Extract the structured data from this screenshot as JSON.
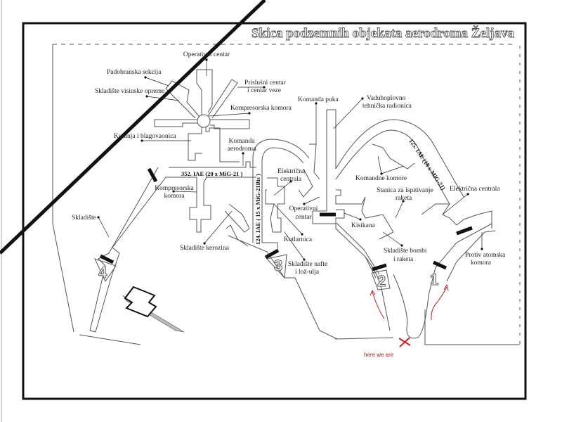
{
  "title": "Skica podzemnih objekata aerodroma Željava",
  "labels": {
    "operativni_centar_top": "Operativni centar",
    "padobranska": "Padobranska  sekcija",
    "visinske": "Skladište visinske opreme",
    "prislusni_1": "Prisluśni centar",
    "prislusni_2": "i centar veze",
    "kompresorska_top": "Kompresorska komora",
    "kuhinja": "Kuhinja i blagovaonica",
    "komanda_aerodroma_1": "Komanda",
    "komanda_aerodroma_2": "aerodroma",
    "kompresorska_low_1": "Kompresorska",
    "kompresorska_low_2": "komora",
    "skladiste": "Skladište",
    "kerozina": "Skladište kerozina",
    "elektricna_1": "Električna",
    "elektricna_2": "centrala",
    "operativni_low_1": "Operativni",
    "operativni_low_2": "centar",
    "kotlarnica": "Kotlarnica",
    "nafte_1": "Skladište nafte",
    "nafte_2": "i lož-ulja",
    "komanda_puka": "Komanda puka",
    "vaduhoplovno_1": "Vaduhoplovno",
    "vaduhoplovno_2": "tehnička radionica",
    "komandne_komore": "Komandne komore",
    "stanica_1": "Stanica za ispitivanje",
    "stanica_2": "raketa",
    "kisikana": "Kisikana",
    "bombi_1": "Skladište bombi",
    "bombi_2": "i raketa",
    "elektricna_right": "Električna centrala",
    "protiv_1": "Protiv atomska",
    "protiv_2": "komora"
  },
  "units": {
    "iae352": "352. IAE (20 x MiG-21 )",
    "iae124": "124. IAE ( 15 x MiG-21Bis )",
    "iae125": "125. IAE (18 x MiG-21)"
  },
  "entrances": [
    "4",
    "3",
    "2",
    "1"
  ],
  "annotation": "here we are",
  "colors": {
    "annotation": "#9b1b1b",
    "walls": "#555555",
    "frame": "#111111"
  }
}
